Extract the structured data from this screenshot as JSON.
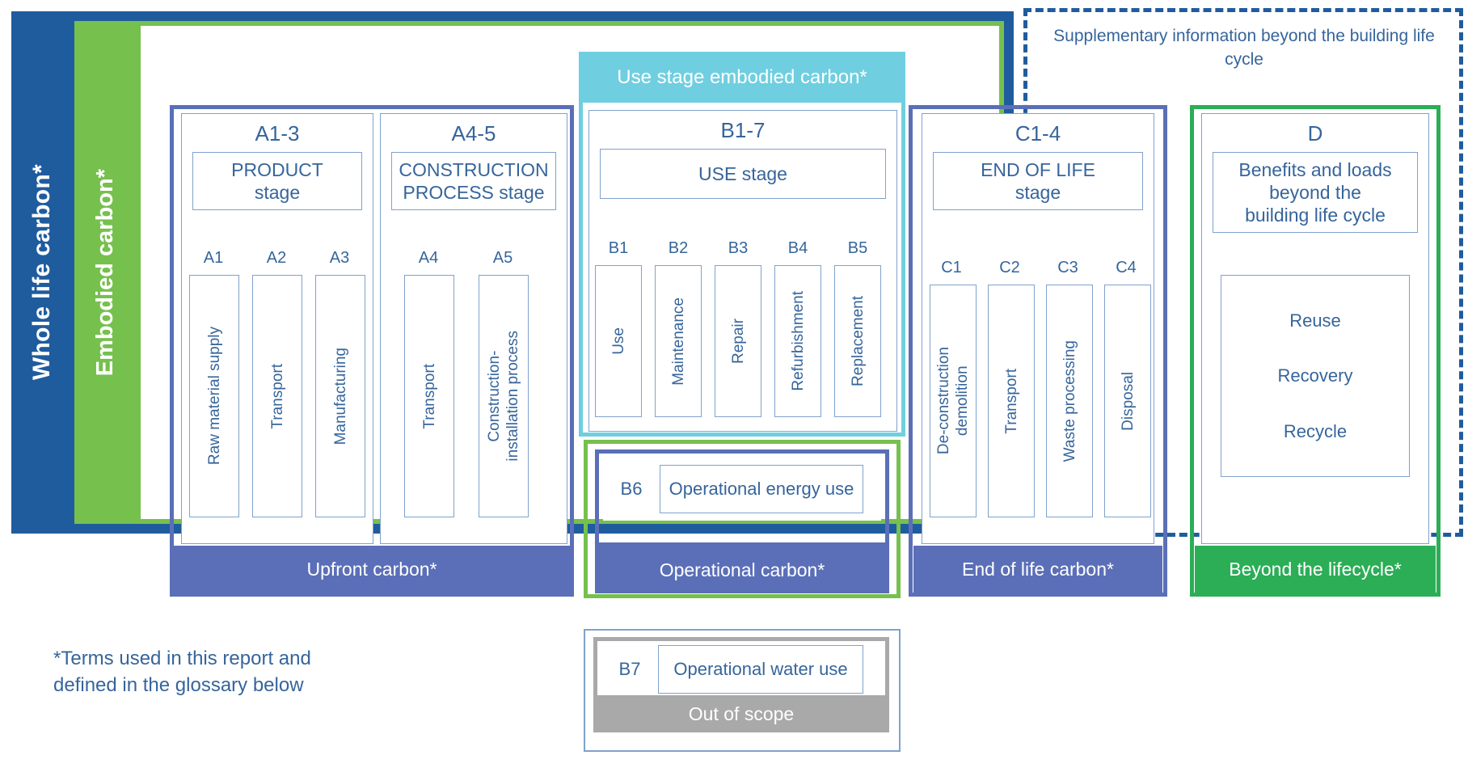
{
  "colors": {
    "whole_life_blue": "#1F5C9E",
    "embodied_green": "#76C04E",
    "use_stage_cyan": "#6FCFE0",
    "carbon_periwinkle": "#5B6FB8",
    "beyond_emerald": "#2BAE56",
    "out_of_scope_grey": "#A9A9A9",
    "text_blue": "#36659B",
    "thin_border": "#7FA2CC"
  },
  "bands": {
    "whole_life_label": "Whole life carbon*",
    "embodied_label": "Embodied carbon*",
    "use_stage_embodied_label": "Use stage embodied carbon*",
    "supplementary_note": "Supplementary\ninformation beyond\nthe building life cycle"
  },
  "modules": {
    "a13": {
      "code": "A1-3",
      "title": "PRODUCT\nstage",
      "columns": [
        {
          "code": "A1",
          "label": "Raw material supply"
        },
        {
          "code": "A2",
          "label": "Transport"
        },
        {
          "code": "A3",
          "label": "Manufacturing"
        }
      ]
    },
    "a45": {
      "code": "A4-5",
      "title": "CONSTRUCTION\nPROCESS stage",
      "columns": [
        {
          "code": "A4",
          "label": "Transport"
        },
        {
          "code": "A5",
          "label": "Construction-\ninstallation process"
        }
      ]
    },
    "b17": {
      "code": "B1-7",
      "title": "USE stage",
      "columns": [
        {
          "code": "B1",
          "label": "Use"
        },
        {
          "code": "B2",
          "label": "Maintenance"
        },
        {
          "code": "B3",
          "label": "Repair"
        },
        {
          "code": "B4",
          "label": "Refurbishment"
        },
        {
          "code": "B5",
          "label": "Replacement"
        }
      ]
    },
    "c14": {
      "code": "C1-4",
      "title": "END OF LIFE\nstage",
      "columns": [
        {
          "code": "C1",
          "label": "De-construction\ndemolition"
        },
        {
          "code": "C2",
          "label": "Transport"
        },
        {
          "code": "C3",
          "label": "Waste processing"
        },
        {
          "code": "C4",
          "label": "Disposal"
        }
      ]
    },
    "d": {
      "code": "D",
      "title": "Benefits and loads\nbeyond the\nbuilding life cycle",
      "items": [
        "Reuse",
        "Recovery",
        "Recycle"
      ]
    }
  },
  "operational_rows": {
    "b6": {
      "code": "B6",
      "label": "Operational energy use"
    },
    "b7": {
      "code": "B7",
      "label": "Operational water use"
    }
  },
  "footers": {
    "upfront": "Upfront carbon*",
    "operational": "Operational carbon*",
    "end_of_life": "End of life carbon*",
    "beyond": "Beyond the lifecycle*",
    "out_of_scope": "Out of scope"
  },
  "footnote": "*Terms used in this report and\ndefined in the glossary below"
}
